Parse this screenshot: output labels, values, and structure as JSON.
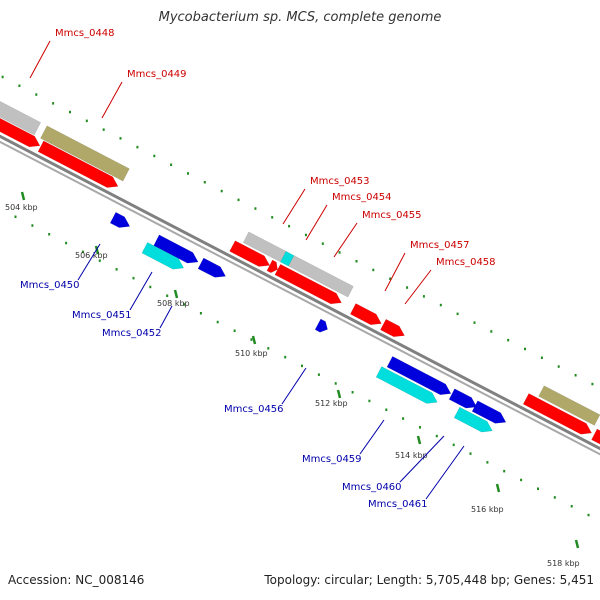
{
  "title": "Mycobacterium sp. MCS, complete genome",
  "footer": {
    "accession": "Accession: NC_008146",
    "topology": "Topology: circular; Length: 5,705,448 bp; Genes: 5,451"
  },
  "colors": {
    "backbone": "#808080",
    "red_gene": "#ff0000",
    "blue_gene": "#0000dd",
    "cyan_gene": "#00dddd",
    "grey_gene": "#c0c0c0",
    "olive_gene": "#b0a868",
    "tick": "#228b22",
    "label_top": "#cc0000",
    "label_bottom": "#0000aa"
  },
  "ticks": [
    "504 kbp",
    "506 kbp",
    "508 kbp",
    "510 kbp",
    "512 kbp",
    "514 kbp",
    "516 kbp",
    "518 kbp"
  ],
  "genes_top": [
    "Mmcs_0448",
    "Mmcs_0449",
    "Mmcs_0453",
    "Mmcs_0454",
    "Mmcs_0455",
    "Mmcs_0457",
    "Mmcs_0458"
  ],
  "genes_bottom": [
    "Mmcs_0450",
    "Mmcs_0451",
    "Mmcs_0452",
    "Mmcs_0456",
    "Mmcs_0459",
    "Mmcs_0460",
    "Mmcs_0461"
  ]
}
